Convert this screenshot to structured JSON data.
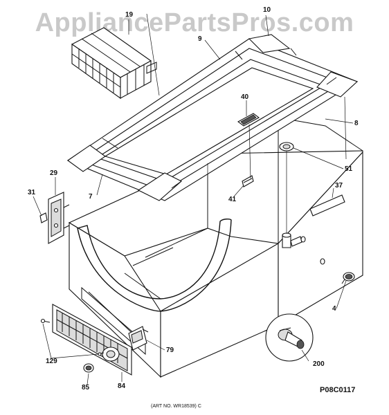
{
  "watermark": "AppliancePartsPros.com",
  "drawing_code": "P08C0117",
  "art_number": "(ART NO. WR18539) C",
  "callouts": {
    "p19": "19",
    "p10": "10",
    "p9": "9",
    "p40": "40",
    "p8": "8",
    "p29": "29",
    "p51": "51",
    "p31": "31",
    "p7": "7",
    "p37": "37",
    "p41": "41",
    "p4": "4",
    "p79": "79",
    "p129": "129",
    "p200": "200",
    "p85": "85",
    "p84": "84"
  }
}
